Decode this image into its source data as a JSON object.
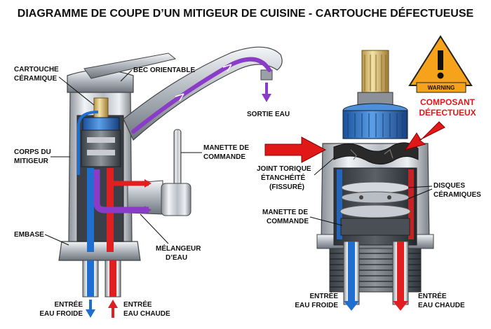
{
  "title": "DIAGRAMME DE COUPE D’UN MITIGEUR DE CUISINE - CARTOUCHE DÉFECTUEUSE",
  "left_labels": {
    "cartouche_1": "CARTOUCHE",
    "cartouche_2": "CÉRAMIQUE",
    "bec": "BEC ORIENTABLE",
    "sortie": "SORTIE EAU",
    "corps_1": "CORPS DU",
    "corps_2": "MITIGEUR",
    "manette_1": "MANETTE DE",
    "manette_2": "COMMANDE",
    "embase": "EMBASE",
    "melangeur_1": "MÉLANGEUR",
    "melangeur_2": "D’EAU",
    "froide_1": "ENTRÉE",
    "froide_2": "EAU FROIDE",
    "chaude_1": "ENTRÉE",
    "chaude_2": "EAU CHAUDE"
  },
  "right_labels": {
    "composant_1": "COMPOSANT",
    "composant_2": "DÉFECTUEUX",
    "joint_1": "JOINT TORIQUE",
    "joint_2": "ÉTANCHÉITÉ",
    "joint_3": "(FISSURÉ)",
    "disques_1": "DISQUES",
    "disques_2": "CÉRAMIQUES",
    "manette_1": "MANETTE DE",
    "manette_2": "COMMANDE",
    "froide_1": "ENTRÉE",
    "froide_2": "EAU FROIDE",
    "chaude_1": "ENTRÉE",
    "chaude_2": "EAU CHAUDE"
  },
  "warning": {
    "badge": "WARNING",
    "icon": "warning-triangle-icon"
  },
  "colors": {
    "cold": "#1e6fd0",
    "hot": "#e02020",
    "mixed": "#8a3cc8",
    "alert": "#e01818",
    "warning_fill": "#f7a21b"
  }
}
